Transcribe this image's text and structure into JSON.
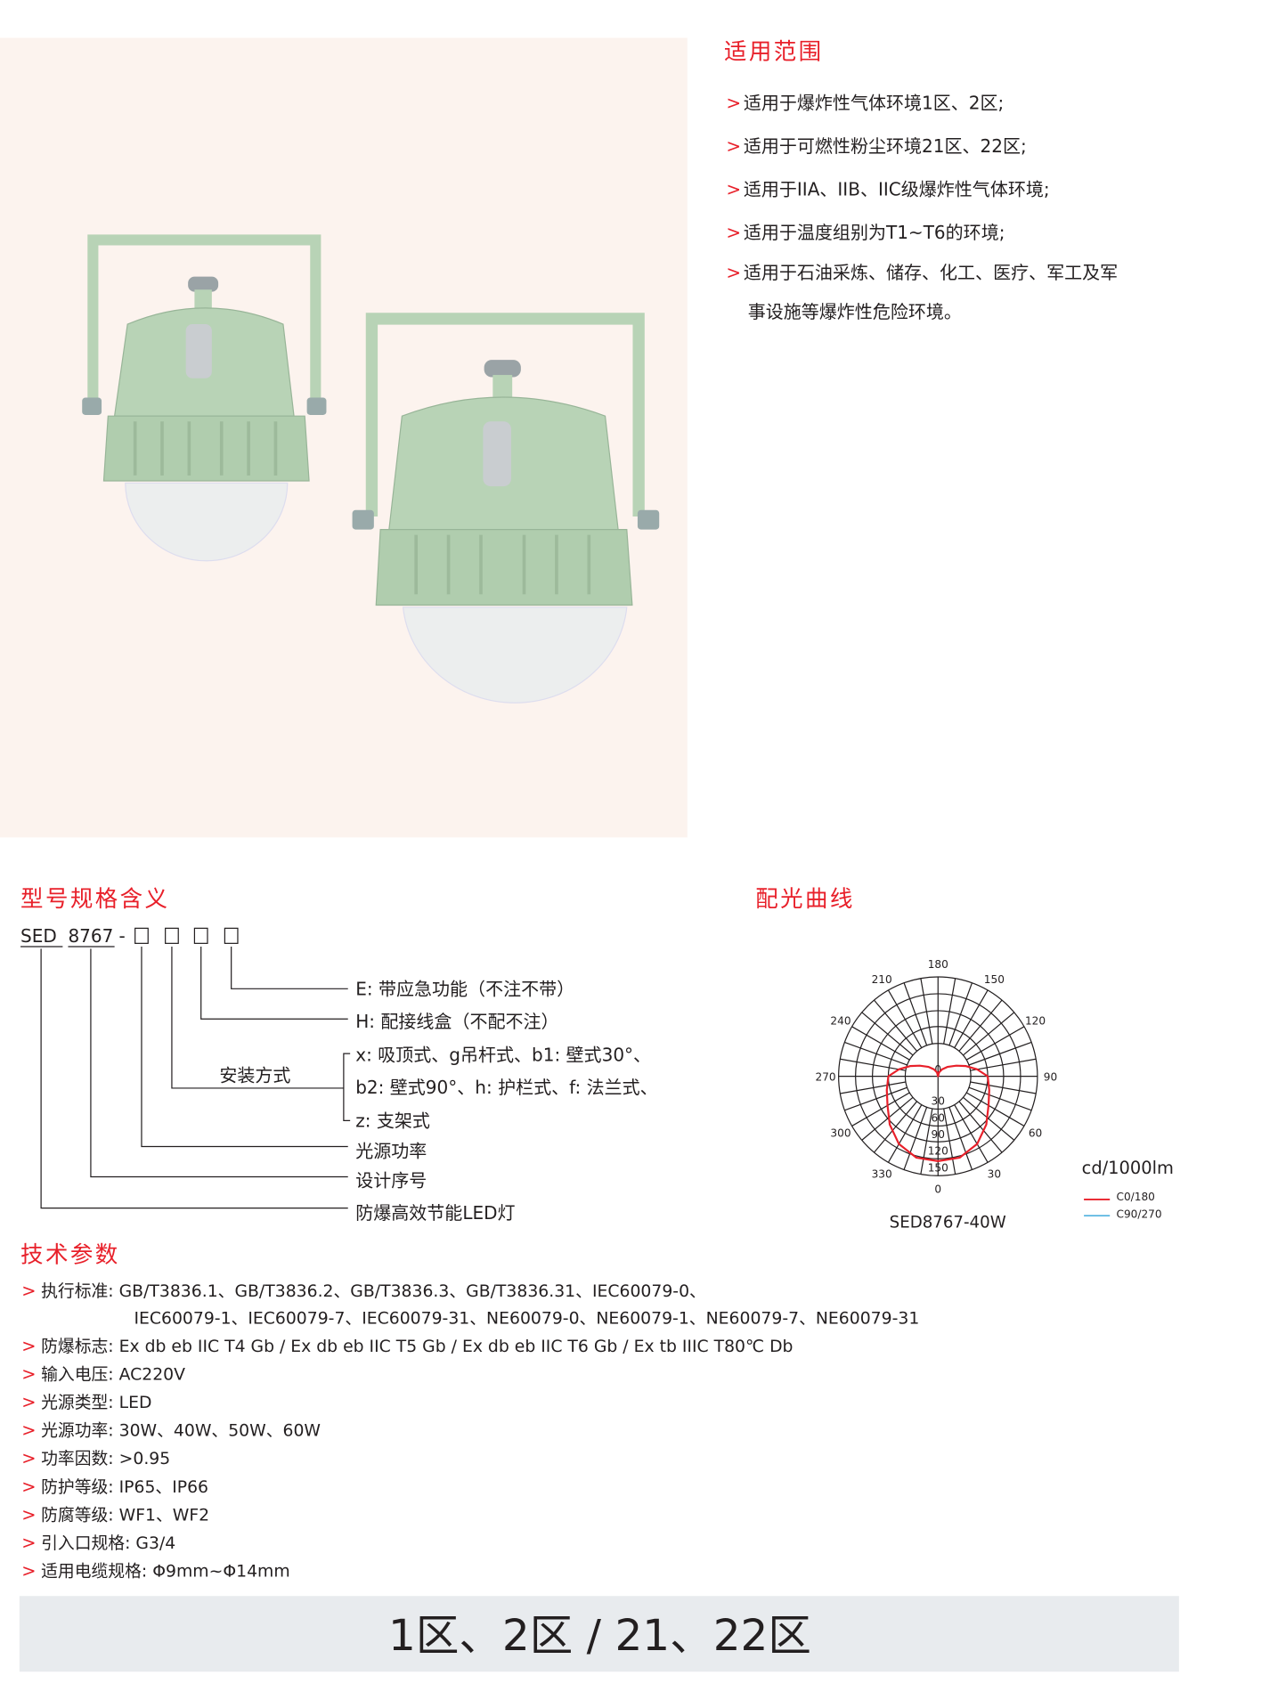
{
  "scope": {
    "title": "适用范围",
    "bullet_marker": ">",
    "items": [
      "适用于爆炸性气体环境1区、2区;",
      "适用于可燃性粉尘环境21区、22区;",
      "适用于IIA、IIB、IIC级爆炸性气体环境;",
      "适用于温度组别为T1~T6的环境;",
      "适用于石油采炼、储存、化工、医疗、军工及军"
    ],
    "continuation": "事设施等爆炸性危险环境。"
  },
  "model": {
    "title": "型号规格含义",
    "prefix": "SED",
    "number": "8767",
    "dash": "-",
    "group_label": "安装方式",
    "options": {
      "e": "E: 带应急功能（不注不带）",
      "h": "H: 配接线盒（不配不注）",
      "mount1": "x: 吸顶式、g吊杆式、b1: 壁式30°、",
      "mount2": "b2: 壁式90°、h: 护栏式、f: 法兰式、",
      "mount3": "z: 支架式",
      "power": "光源功率",
      "design": "设计序号",
      "product": "防爆高效节能LED灯"
    }
  },
  "chart_data": {
    "type": "polar",
    "title": "配光曲线",
    "model_label": "SED8767-40W",
    "unit": "cd/1000lm",
    "angle_labels": [
      "0",
      "30",
      "60",
      "90",
      "120",
      "150",
      "180",
      "210",
      "240",
      "270",
      "300",
      "330"
    ],
    "radial_labels": [
      "0",
      "30",
      "60",
      "90",
      "120",
      "150"
    ],
    "radial_max": 150,
    "legend": [
      {
        "name": "C0/180",
        "color": "#e8202a"
      },
      {
        "name": "C90/270",
        "color": "#1a9ad6"
      }
    ],
    "series": [
      {
        "name": "C0/180",
        "angles": [
          0,
          15,
          30,
          45,
          60,
          75,
          90,
          100,
          110,
          120,
          135,
          150,
          165,
          180
        ],
        "values": [
          128,
          127,
          118,
          103,
          88,
          80,
          75,
          60,
          45,
          32,
          20,
          12,
          6,
          0
        ]
      }
    ]
  },
  "tech": {
    "title": "技术参数",
    "bullet_marker": ">",
    "items": [
      {
        "label": "执行标准: ",
        "value": "GB/T3836.1、GB/T3836.2、GB/T3836.3、GB/T3836.31、IEC60079-0、"
      },
      {
        "label": "防爆标志: ",
        "value": "Ex db eb IIC T4 Gb / Ex db eb IIC T5 Gb / Ex db eb IIC T6 Gb / Ex tb IIIC T80℃ Db"
      },
      {
        "label": " 输入电压:  ",
        "value": "AC220V"
      },
      {
        "label": "光源类型:  ",
        "value": "LED"
      },
      {
        "label": "光源功率:  ",
        "value": "30W、40W、50W、60W"
      },
      {
        "label": "功率因数:  ",
        "value": ">0.95"
      },
      {
        "label": "防护等级:  ",
        "value": "IP65、IP66"
      },
      {
        "label": "防腐等级:  ",
        "value": "WF1、WF2"
      },
      {
        "label": "引入口规格:  ",
        "value": "G3/4"
      },
      {
        "label": "适用电缆规格:  ",
        "value": "Φ9mm~Φ14mm"
      }
    ],
    "standard_continuation": "IEC60079-1、IEC60079-7、IEC60079-31、NE60079-0、NE60079-1、NE60079-7、NE60079-31"
  },
  "zone_banner": "1区、2区 / 21、22区",
  "colors": {
    "accent": "#e8202a",
    "panel": "#fcf3ee",
    "lamp_body": "#b8d3b6",
    "banner": "#e8ebee"
  }
}
